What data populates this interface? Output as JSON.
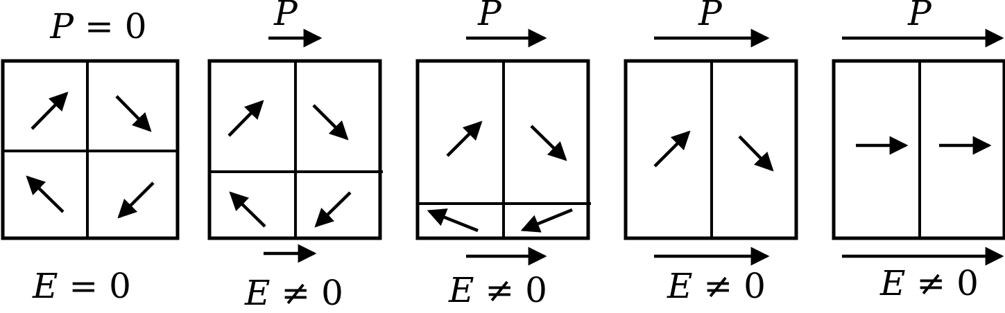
{
  "stroke_color": "#000000",
  "background_color": "#ffffff",
  "panels": [
    {
      "polarization_label": "P = 0",
      "polarization_var": "P",
      "polarization_rel": " = 0",
      "field_label": "E = 0",
      "field_var": "E",
      "field_rel": " = 0",
      "polarization_arrow": false,
      "field_arrow": false,
      "domain_arrows": [
        "up-right",
        "down-right",
        "up-left",
        "down-left"
      ]
    },
    {
      "polarization_label": "P",
      "polarization_var": "P",
      "polarization_rel": "",
      "field_label": "E ≠ 0",
      "field_var": "E",
      "field_rel": " ≠ 0",
      "polarization_arrow": true,
      "field_arrow": true,
      "domain_arrows": [
        "up-right",
        "down-right",
        "up-left",
        "down-left"
      ]
    },
    {
      "polarization_label": "P",
      "polarization_var": "P",
      "polarization_rel": "",
      "field_label": "E ≠ 0",
      "field_var": "E",
      "field_rel": " ≠ 0",
      "polarization_arrow": true,
      "field_arrow": true,
      "domain_arrows": [
        "up-right",
        "down-right",
        "left-shallow",
        "down-left-shallow"
      ]
    },
    {
      "polarization_label": "P",
      "polarization_var": "P",
      "polarization_rel": "",
      "field_label": "E ≠ 0",
      "field_var": "E",
      "field_rel": " ≠ 0",
      "polarization_arrow": true,
      "field_arrow": true,
      "domain_arrows": [
        "up-right",
        "down-right"
      ]
    },
    {
      "polarization_label": "P",
      "polarization_var": "P",
      "polarization_rel": "",
      "field_label": "E ≠ 0",
      "field_var": "E",
      "field_rel": " ≠ 0",
      "polarization_arrow": true,
      "field_arrow": true,
      "domain_arrows": [
        "right",
        "right"
      ]
    }
  ]
}
